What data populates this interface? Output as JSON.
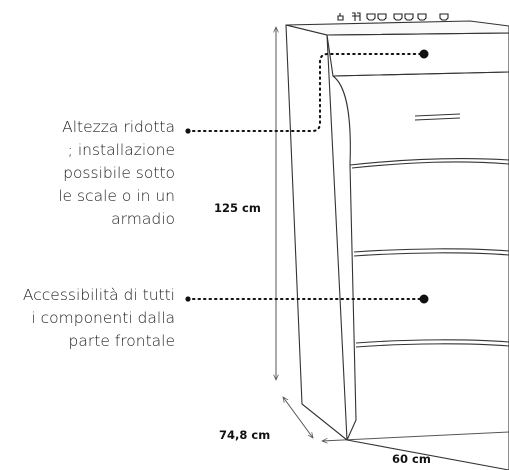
{
  "callouts": [
    {
      "lines": [
        "Altezza ridotta",
        "; installazione",
        "possibile sotto",
        "le scale o in un",
        "armadio"
      ]
    },
    {
      "lines": [
        "Accessibilità di tutti",
        "i componenti dalla",
        "parte frontale"
      ]
    }
  ],
  "dimensions": {
    "height": "125 cm",
    "depth": "74,8 cm",
    "width": "60 cm"
  }
}
